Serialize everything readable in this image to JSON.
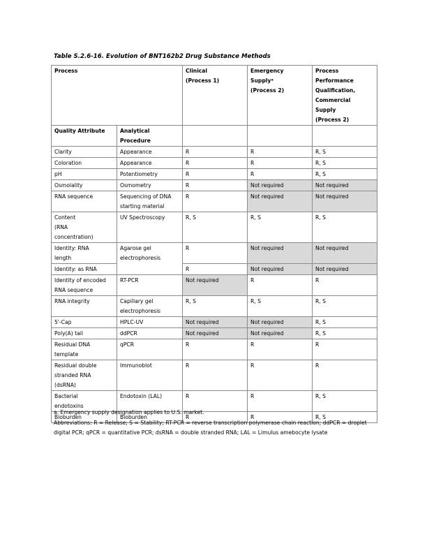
{
  "caption": "Table S.2.6-16.  Evolution of BNT162b2 Drug Substance Methods",
  "header": {
    "process": "Process",
    "clinical": "Clinical\n(Process 1)",
    "emergency": "Emergency\nSupplyᵃ\n(Process 2)",
    "ppq": "Process\nPerformance\nQualification,\nCommercial\nSupply\n(Process 2)",
    "quality_attribute": "Quality Attribute",
    "analytical_procedure": "Analytical\nProcedure"
  },
  "rows": [
    {
      "attr": "Clarity",
      "proc": "Appearance",
      "c1": "R",
      "c2": "R",
      "c3": "R, S"
    },
    {
      "attr": "Coloration",
      "proc": "Appearance",
      "c1": "R",
      "c2": "R",
      "c3": "R, S"
    },
    {
      "attr": "pH",
      "proc": "Potentiometry",
      "c1": "R",
      "c2": "R",
      "c3": "R, S"
    },
    {
      "attr": "Osmolality",
      "proc": "Osmometry",
      "c1": "R",
      "c2": "Not required",
      "c3": "Not required"
    },
    {
      "attr": "RNA sequence",
      "proc": "Sequencing of DNA\nstarting material",
      "c1": "R",
      "c2": "Not required",
      "c3": "Not required"
    },
    {
      "attr": "Content\n(RNA\nconcentration)",
      "proc": "UV Spectroscopy",
      "c1": "R, S",
      "c2": "R, S",
      "c3": "R, S"
    },
    {
      "attr": "Identity: RNA\nlength",
      "proc": "Agarose gel\nelectrophoresis",
      "c1": "R",
      "c2": "Not required",
      "c3": "Not required"
    },
    {
      "attr": "Identity: as RNA",
      "proc": "",
      "c1": "R",
      "c2": "Not required",
      "c3": "Not required"
    },
    {
      "attr": "Identity of encoded\nRNA sequence",
      "proc": "RT-PCR",
      "c1": "Not required",
      "c2": "R",
      "c3": "R"
    },
    {
      "attr": "RNA integrity",
      "proc": "Capillary gel\nelectrophoresis",
      "c1": "R, S",
      "c2": "R, S",
      "c3": "R, S"
    },
    {
      "attr": "5'-Cap",
      "proc": "HPLC-UV",
      "c1": "Not required",
      "c2": "Not required",
      "c3": "R, S"
    },
    {
      "attr": "Poly(A) tail",
      "proc": "ddPCR",
      "c1": "Not required",
      "c2": "Not required",
      "c3": "R, S"
    },
    {
      "attr": "Residual DNA\ntemplate",
      "proc": "qPCR",
      "c1": "R",
      "c2": "R",
      "c3": "R"
    },
    {
      "attr": "Residual double\nstranded RNA\n(dsRNA)",
      "proc": "Immunoblot",
      "c1": "R",
      "c2": "R",
      "c3": "R"
    },
    {
      "attr": "Bacterial\nendotoxins",
      "proc": "Endotoxin (LAL)",
      "c1": "R",
      "c2": "R",
      "c3": "R, S"
    },
    {
      "attr": "Bioburden",
      "proc": "Bioburden",
      "c1": "R",
      "c2": "R",
      "c3": "R, S"
    }
  ],
  "footnotes": {
    "a": "a. Emergency supply designation applies to U.S. market.",
    "abbreviations": "Abbreviations: R = Release; S = Stability; RT-PCR = reverse transcription polymerase chain reaction; ddPCR = droplet digital PCR; qPCR = quantitative PCR; dsRNA = double stranded RNA; LAL = Limulus amebocyte lysate"
  },
  "colors": {
    "shaded_cell": "#d9d9d9",
    "border": "#8a8a8a"
  }
}
